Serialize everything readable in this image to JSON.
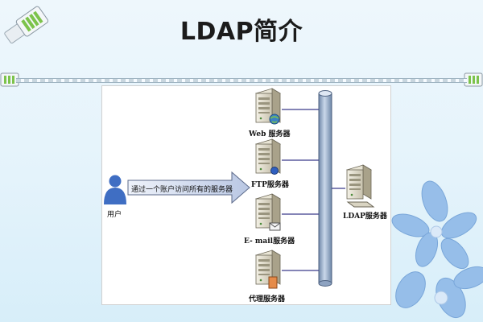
{
  "title": "LDAP简介",
  "diagram": {
    "user_label": "用户",
    "arrow_text": "通过一个账户访问所有的服务器",
    "servers": [
      {
        "id": "web",
        "label": "Web 服务器"
      },
      {
        "id": "ftp",
        "label": "FTP服务器"
      },
      {
        "id": "email",
        "label": "E- mail服务器"
      },
      {
        "id": "proxy",
        "label": "代理服务器"
      }
    ],
    "ldap_label": "LDAP服务器"
  },
  "colors": {
    "pipe": "#9fb8d4",
    "pipe_stroke": "#5a6f8c",
    "arrow_fill": "#cfd9ec",
    "user": "#3f6ec3"
  }
}
